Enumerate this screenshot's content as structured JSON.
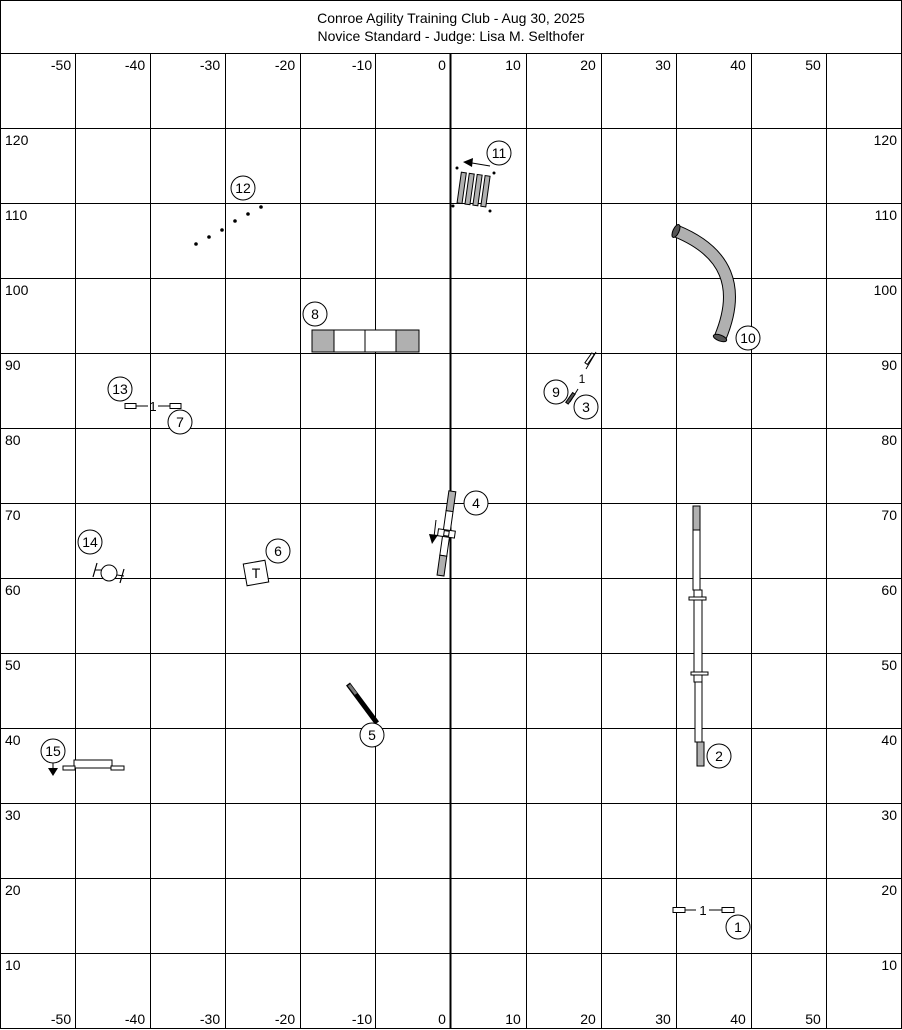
{
  "header": {
    "title": "Conroe Agility Training Club - Aug 30, 2025",
    "subtitle": "Novice Standard - Judge: Lisa M. Selthofer"
  },
  "grid": {
    "x_labels": [
      "-50",
      "-40",
      "-30",
      "-20",
      "-10",
      "0",
      "10",
      "20",
      "30",
      "40",
      "50"
    ],
    "y_labels": [
      "120",
      "110",
      "100",
      "90",
      "80",
      "70",
      "60",
      "50",
      "40",
      "30",
      "20",
      "10"
    ]
  },
  "obstacles": {
    "jump_bar_label": "1",
    "tire_letter": "T",
    "numbers": [
      "1",
      "2",
      "3",
      "4",
      "5",
      "6",
      "7",
      "8",
      "9",
      "10",
      "11",
      "12",
      "13",
      "14",
      "15"
    ]
  }
}
